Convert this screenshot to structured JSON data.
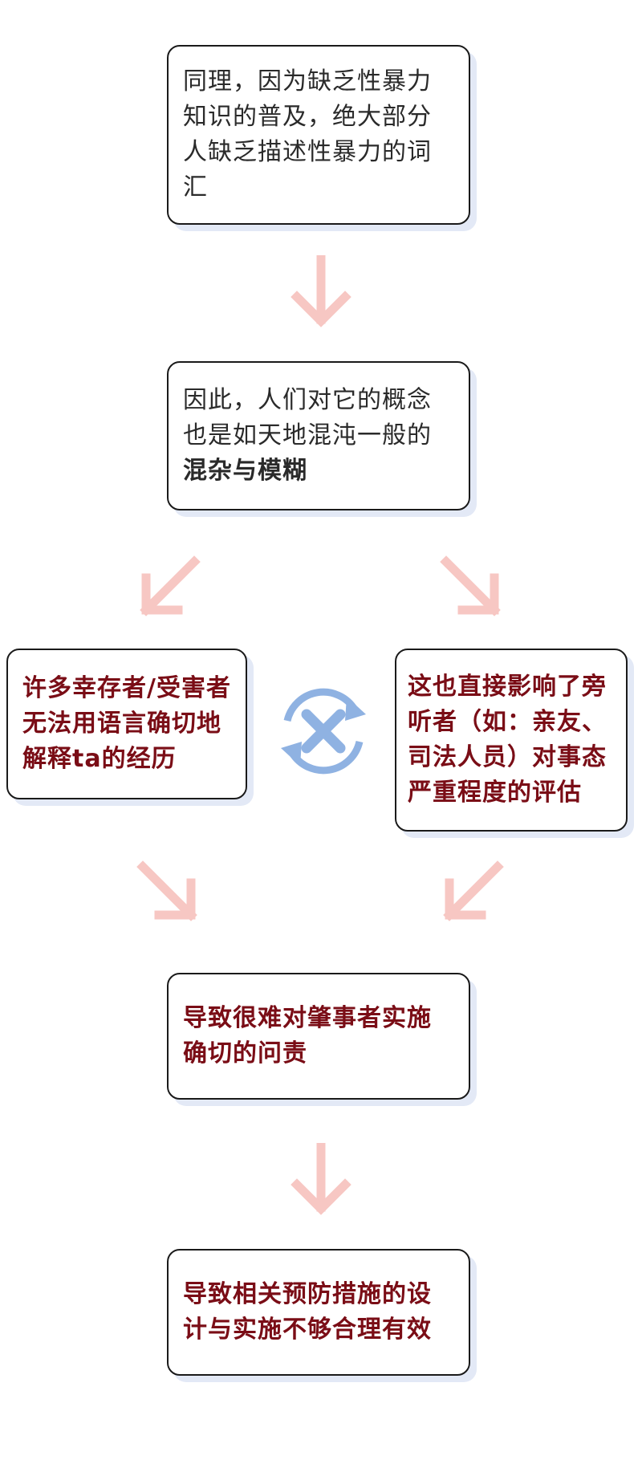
{
  "nodes": {
    "n1": {
      "text": "同理，因为缺乏性暴力知识的普及，绝大部分人缺乏描述性暴力的词汇"
    },
    "n2": {
      "text": "因此，人们对它的概念也是如天地混沌一般的",
      "emphasis": "混杂与模糊"
    },
    "n3": {
      "text": "许多幸存者/受害者无法用语言确切地解释ta的经历"
    },
    "n4": {
      "text": "这也直接影响了旁听者（如：亲友、司法人员）对事态严重程度的评估"
    },
    "n5": {
      "text": "导致很难对肇事者实施确切的问责"
    },
    "n6": {
      "text": "导致相关预防措施的设计与实施不够合理有效"
    }
  },
  "colors": {
    "arrow": "#f7c7c3",
    "emphasis_text": "#7a0d16",
    "box_shadow": "#e3e9f6",
    "cross_icon": "#8fb2e2"
  },
  "icons": {
    "middle": "sync-cross-icon"
  }
}
